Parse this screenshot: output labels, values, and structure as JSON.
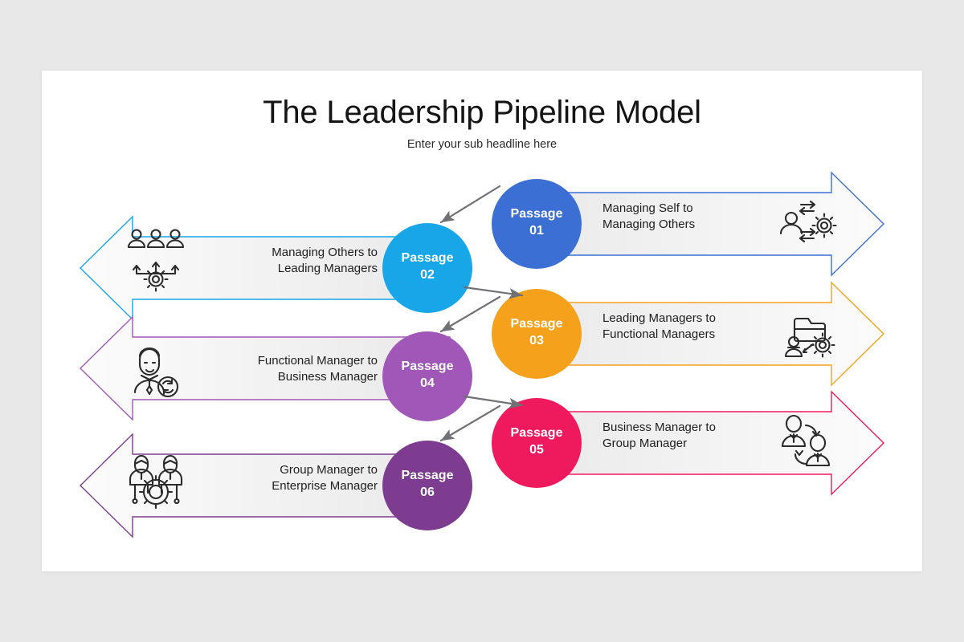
{
  "slide": {
    "title": "The Leadership Pipeline Model",
    "subtitle": "Enter your sub headline here",
    "background_color": "#e8e8e8",
    "card_color": "#ffffff"
  },
  "colors": {
    "passage01": "#3b6fd4",
    "passage02": "#17a6e8",
    "passage03": "#f5a11c",
    "passage04": "#a157b8",
    "passage05": "#ef1a5e",
    "passage06": "#7d3c8f",
    "connector": "#6f7175",
    "icon_stroke": "#2b2b2b",
    "band_start": "#ececec",
    "band_end": "#fbfbfb"
  },
  "rows": [
    {
      "id": "passage-01",
      "direction": "right",
      "circle_label": "Passage\n01",
      "circle_number": "01",
      "circle_word": "Passage",
      "text": "Managing Self to\nManaging Others",
      "color": "#3b6fd4",
      "icon": "person-gear-exchange-icon"
    },
    {
      "id": "passage-02",
      "direction": "left",
      "circle_label": "Passage\n02",
      "circle_number": "02",
      "circle_word": "Passage",
      "text": "Managing Others to\nLeading Managers",
      "color": "#17a6e8",
      "icon": "three-people-gear-icon"
    },
    {
      "id": "passage-03",
      "direction": "right",
      "circle_label": "Passage\n03",
      "circle_number": "03",
      "circle_word": "Passage",
      "text": "Leading Managers to\nFunctional Managers",
      "color": "#f5a11c",
      "icon": "folder-person-gear-icon"
    },
    {
      "id": "passage-04",
      "direction": "left",
      "circle_label": "Passage\n04",
      "circle_number": "04",
      "circle_word": "Passage",
      "text": "Functional Manager to\nBusiness Manager",
      "color": "#a157b8",
      "icon": "person-refresh-icon"
    },
    {
      "id": "passage-05",
      "direction": "right",
      "circle_label": "Passage\n05",
      "circle_number": "05",
      "circle_word": "Passage",
      "text": "Business Manager to\nGroup Manager",
      "color": "#ef1a5e",
      "icon": "two-people-exchange-icon"
    },
    {
      "id": "passage-06",
      "direction": "left",
      "circle_label": "Passage\n06",
      "circle_number": "06",
      "circle_word": "Passage",
      "text": "Group Manager to\nEnterprise Manager",
      "color": "#7d3c8f",
      "icon": "two-people-gear-icon"
    }
  ],
  "connectors": [
    {
      "id": "connector-01-02",
      "from": "passage-01",
      "to": "passage-02"
    },
    {
      "id": "connector-02-03",
      "from": "passage-02",
      "to": "passage-03"
    },
    {
      "id": "connector-03-04",
      "from": "passage-03",
      "to": "passage-04"
    },
    {
      "id": "connector-04-05",
      "from": "passage-04",
      "to": "passage-05"
    },
    {
      "id": "connector-05-06",
      "from": "passage-05",
      "to": "passage-06"
    }
  ]
}
